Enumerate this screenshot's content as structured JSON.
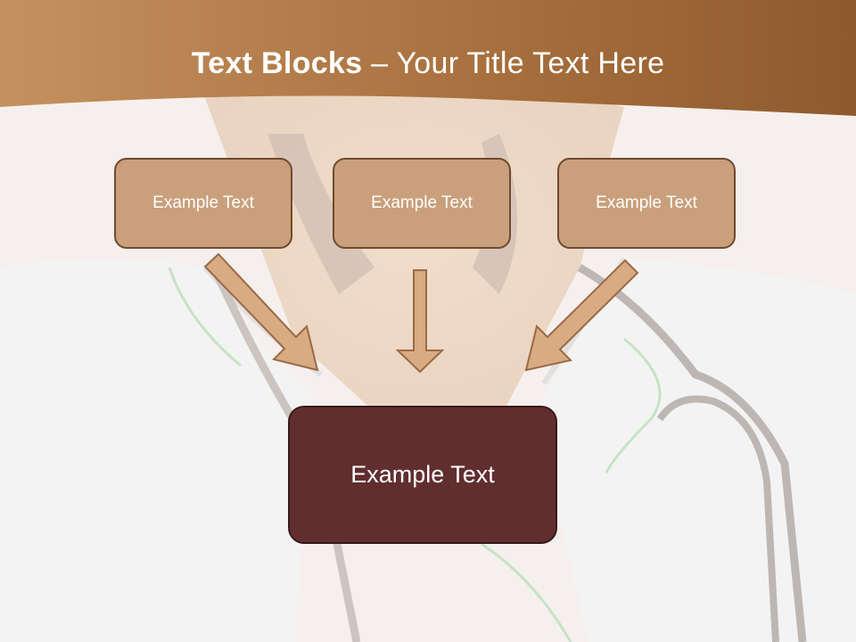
{
  "slide": {
    "title_bold": "Text Blocks",
    "title_dash": " – ",
    "title_rest": "Your Title Text Here"
  },
  "blocks": {
    "top": [
      "Example Text",
      "Example Text",
      "Example Text"
    ],
    "bottom": "Example Text"
  },
  "colors": {
    "header_brown": "#a8703f",
    "small_box_fill": "#c9a07b",
    "small_box_border": "#6f4a30",
    "big_box_fill": "#612e2f",
    "arrow_fill": "#d8ab83"
  }
}
